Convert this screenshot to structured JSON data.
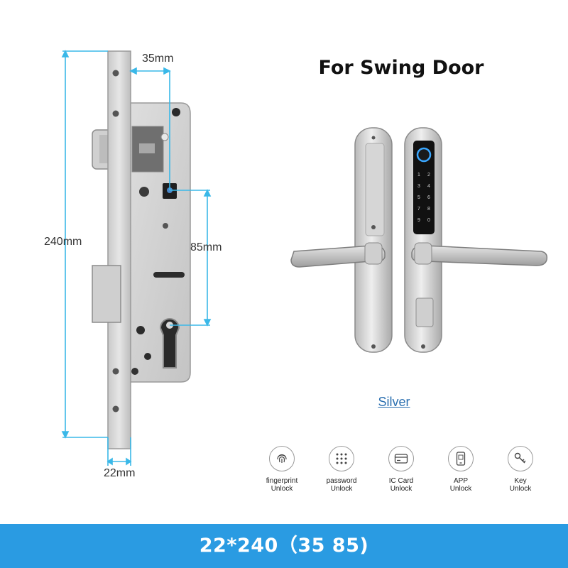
{
  "mortise": {
    "dims": {
      "backset": "35mm",
      "height": "240mm",
      "center": "85mm",
      "faceplate": "22mm"
    },
    "accent_color": "#3ab8e8"
  },
  "product": {
    "title": "For Swing Door",
    "color_label": "Silver"
  },
  "features": [
    {
      "icon": "fingerprint-icon",
      "line1": "fingerprint",
      "line2": "Unlock"
    },
    {
      "icon": "keypad-icon",
      "line1": "password",
      "line2": "Unlock"
    },
    {
      "icon": "card-icon",
      "line1": "IC Card",
      "line2": "Unlock"
    },
    {
      "icon": "phone-app-icon",
      "line1": "APP",
      "line2": "Unlock"
    },
    {
      "icon": "key-icon",
      "line1": "Key",
      "line2": "Unlock"
    }
  ],
  "footer": {
    "spec": "22*240（35 85)",
    "color": "#2a9be2"
  }
}
